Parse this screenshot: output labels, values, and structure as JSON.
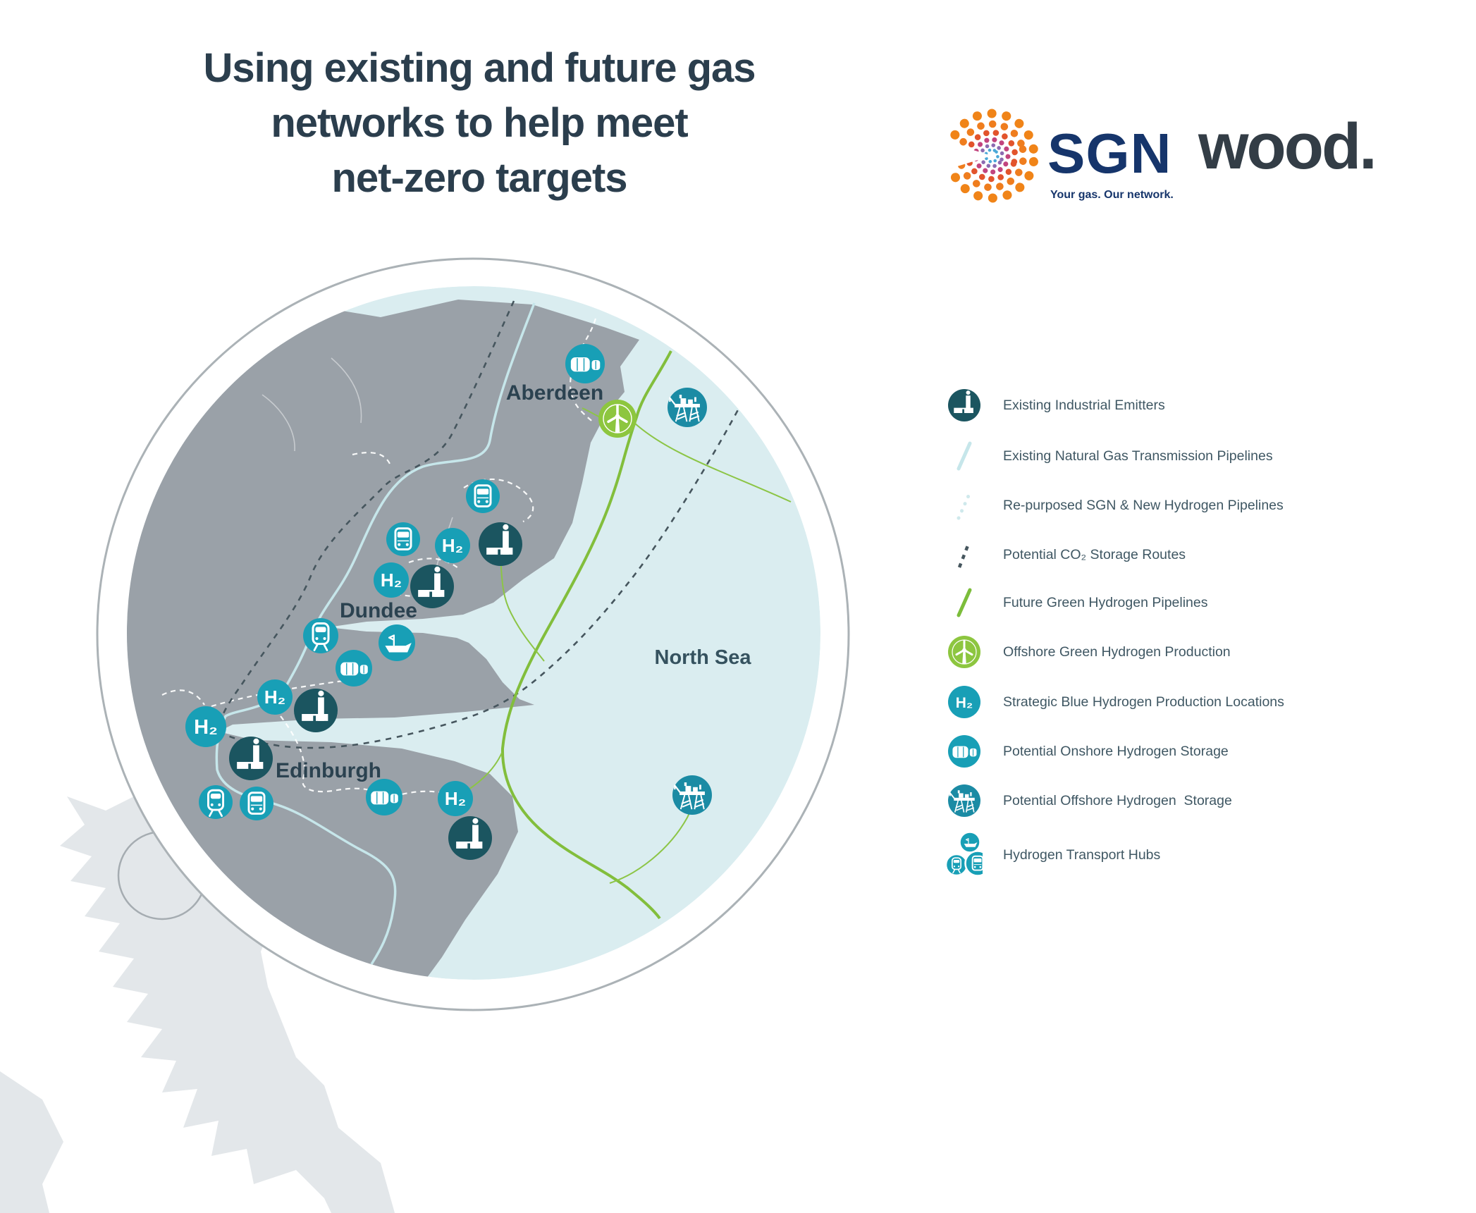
{
  "title": {
    "line1": "Using existing and future gas",
    "line2": "networks to help meet",
    "line3": "net-zero targets"
  },
  "logos": {
    "sgn_text": "SGN",
    "sgn_tagline": "Your gas. Our network.",
    "wood_text": "wood."
  },
  "map": {
    "h2_label": "H₂",
    "labels": {
      "aberdeen": "Aberdeen",
      "dundee": "Dundee",
      "edinburgh": "Edinburgh",
      "north_sea": "North Sea"
    }
  },
  "legend": {
    "items": [
      {
        "icon": "industrial-emitter-icon",
        "label": "Existing Industrial Emitters"
      },
      {
        "icon": "gas-pipeline-line-icon",
        "label": "Existing Natural Gas Transmission Pipelines"
      },
      {
        "icon": "repurposed-pipeline-dashed-icon",
        "label": "Re-purposed SGN & New Hydrogen Pipelines"
      },
      {
        "icon": "co2-storage-route-icon",
        "label": "Potential CO₂ Storage Routes"
      },
      {
        "icon": "green-pipeline-line-icon",
        "label": "Future Green Hydrogen Pipelines"
      },
      {
        "icon": "wind-turbine-icon",
        "label": "Offshore Green Hydrogen Production"
      },
      {
        "icon": "h2-icon",
        "label": "Strategic Blue Hydrogen Production Locations"
      },
      {
        "icon": "onshore-storage-icon",
        "label": "Potential Onshore Hydrogen Storage"
      },
      {
        "icon": "offshore-storage-icon",
        "label": "Potential Offshore Hydrogen  Storage"
      },
      {
        "icon": "transport-hubs-icon",
        "label": "Hydrogen Transport Hubs"
      }
    ]
  },
  "colors": {
    "title_navy": "#2b3e4d",
    "legend_text": "#3f5763",
    "teal": "#189fb6",
    "teal_dark": "#1b5560",
    "teal_rig": "#1b8ba4",
    "green": "#8dc63f",
    "green_line": "#82be3c",
    "cyan_line": "#c6e6ea",
    "co2_line": "#46565e",
    "land": "#9aa1a8",
    "sea": "#daedf0",
    "uk_silhouette": "#e3e7ea",
    "ring_gray": "#abb2b6",
    "sgn_navy": "#16356b",
    "wood_slate": "#333d46"
  }
}
